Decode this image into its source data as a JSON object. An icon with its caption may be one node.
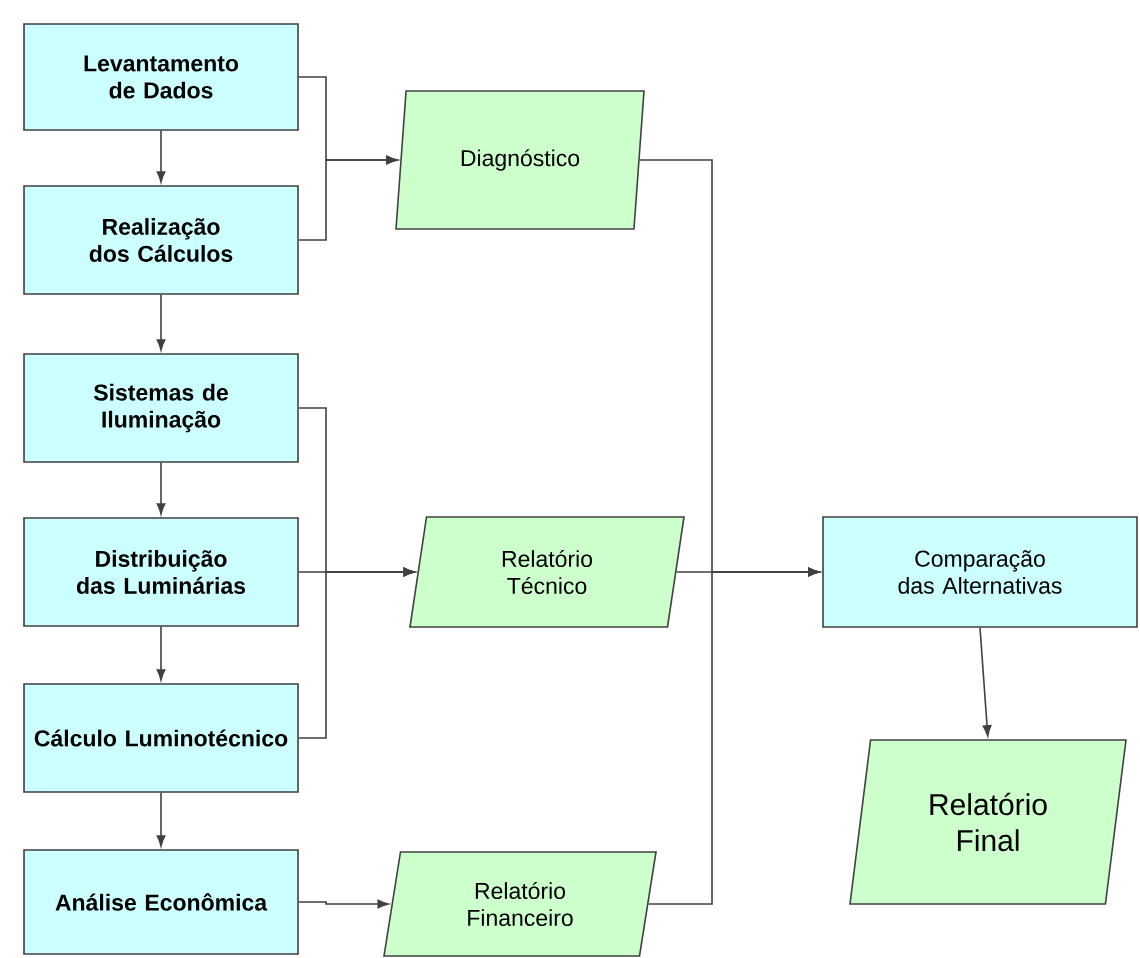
{
  "diagram": {
    "nodes": [
      {
        "text": [
          "Levantamento de Dados"
        ]
      },
      {
        "text": [
          "Realização dos Cálculos"
        ]
      },
      {
        "text": [
          "Sistemas de Iluminação"
        ]
      },
      {
        "text": [
          "Distribuição das Luminárias"
        ]
      },
      {
        "text": [
          "Cálculo Luminotécnico"
        ]
      },
      {
        "text": [
          "Análise Econômica"
        ]
      },
      {
        "text": [
          "Diagnóstico"
        ]
      },
      {
        "text": [
          "Relatório Técnico"
        ]
      },
      {
        "text": [
          "Relatório Financeiro"
        ]
      },
      {
        "text": [
          "Comparação das Alternativas"
        ]
      },
      {
        "text": [
          "Relatório Final"
        ]
      }
    ],
    "edges": [
      {
        "from": 0,
        "to": 1,
        "arrow": "to"
      },
      {
        "from": 1,
        "to": 2,
        "arrow": "to"
      },
      {
        "from": 2,
        "to": 3,
        "arrow": "to"
      },
      {
        "from": 3,
        "to": 4,
        "arrow": "to"
      },
      {
        "from": 4,
        "to": 5,
        "arrow": "to"
      },
      {
        "from": 0,
        "to": 6,
        "arrow": "to"
      },
      {
        "from": 1,
        "to": 6,
        "arrow": "to"
      },
      {
        "from": 2,
        "to": 7,
        "arrow": "to"
      },
      {
        "from": 3,
        "to": 7,
        "arrow": "to"
      },
      {
        "from": 4,
        "to": 7,
        "arrow": "to"
      },
      {
        "from": 5,
        "to": 8,
        "arrow": "to"
      },
      {
        "from": 6,
        "to": 9,
        "arrow": "to"
      },
      {
        "from": 7,
        "to": 9,
        "arrow": "to"
      },
      {
        "from": 8,
        "to": 9,
        "arrow": "to"
      },
      {
        "from": 9,
        "to": 10,
        "arrow": "to"
      }
    ]
  }
}
